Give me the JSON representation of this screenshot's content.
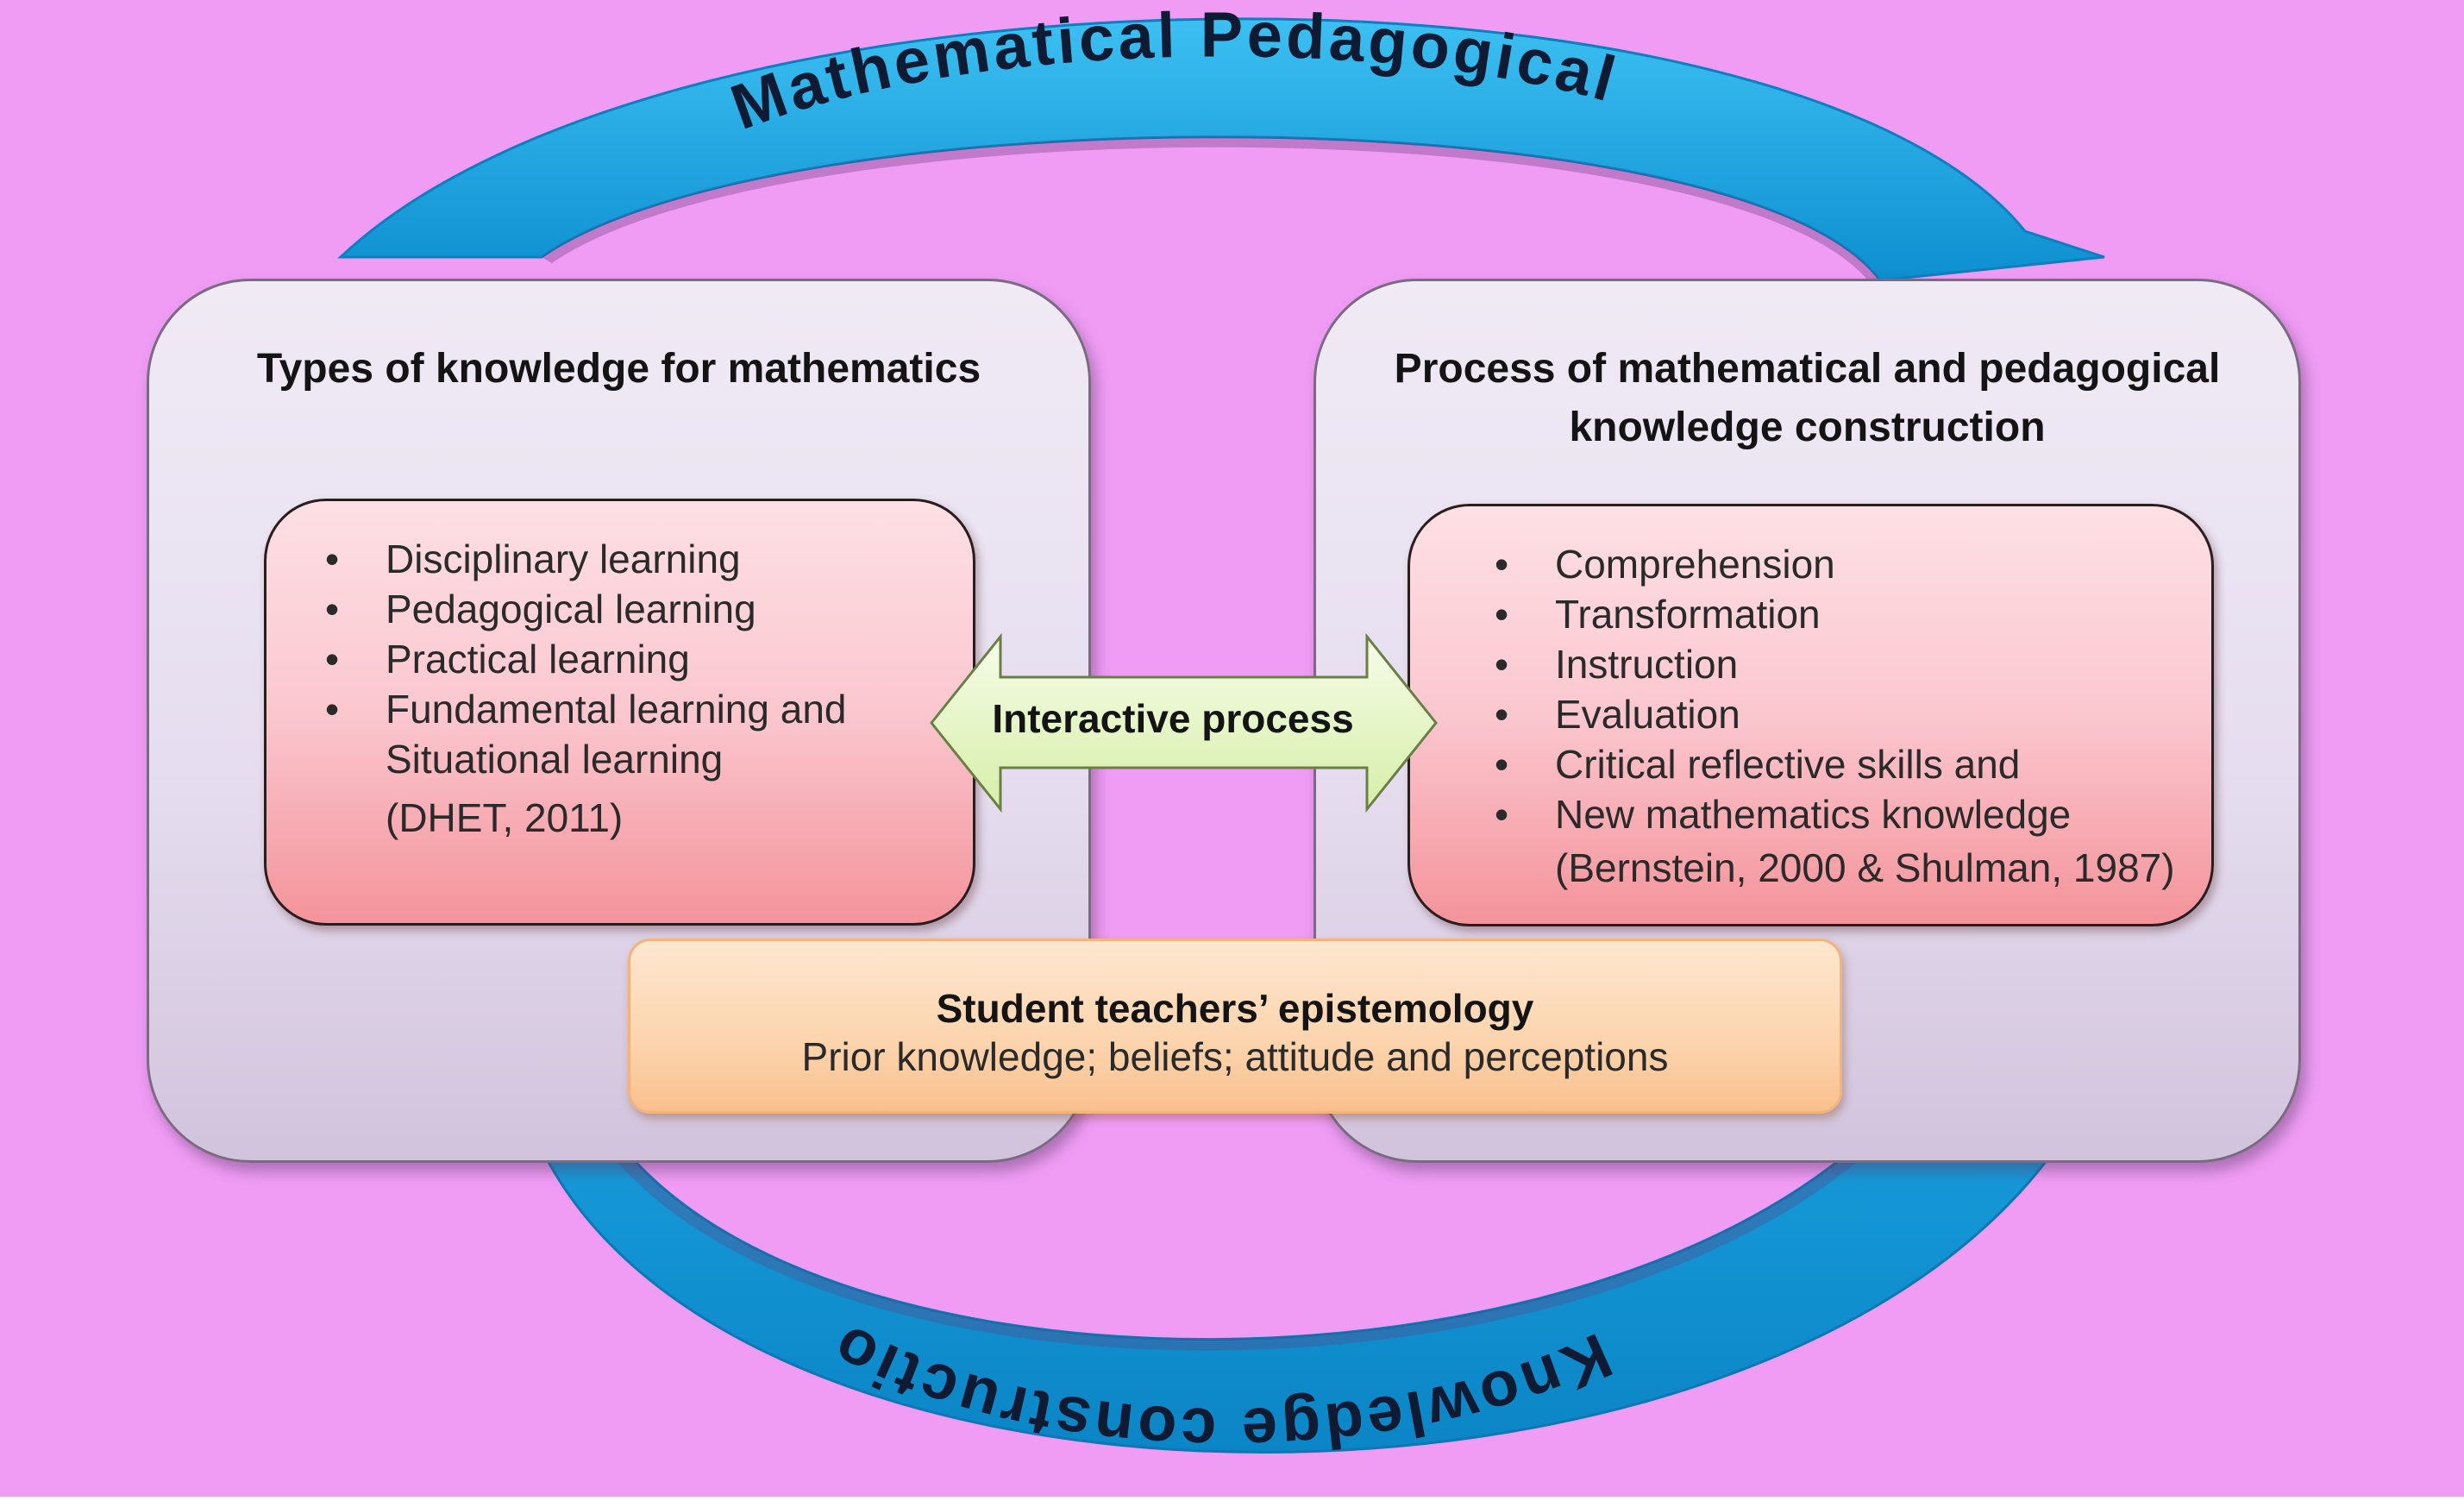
{
  "diagram": {
    "top_arc_label": "Mathematical Pedagogical",
    "bottom_arc_label": "Knowledge construction",
    "left_panel": {
      "heading": "Types of knowledge for mathematics",
      "items": [
        "Disciplinary learning",
        "Pedagogical learning",
        "Practical learning",
        "Fundamental learning  and Situational learning"
      ],
      "citation": "(DHET, 2011)"
    },
    "right_panel": {
      "heading": "Process of mathematical and pedagogical knowledge construction",
      "items": [
        "Comprehension",
        "Transformation",
        "Instruction",
        "Evaluation",
        "Critical reflective skills and",
        "New mathematics knowledge"
      ],
      "citation": "(Bernstein, 2000 & Shulman, 1987)"
    },
    "center_arrow_label": "Interactive process",
    "bottom_box": {
      "title": "Student teachers’ epistemology",
      "subtitle": "Prior knowledge; beliefs; attitude and perceptions"
    },
    "colors": {
      "background": "#f09cf5",
      "arc_arrow": "#1ba3e0",
      "interactive_arrow": "#e6f6c8",
      "panel_border": "#7a6b82"
    }
  }
}
